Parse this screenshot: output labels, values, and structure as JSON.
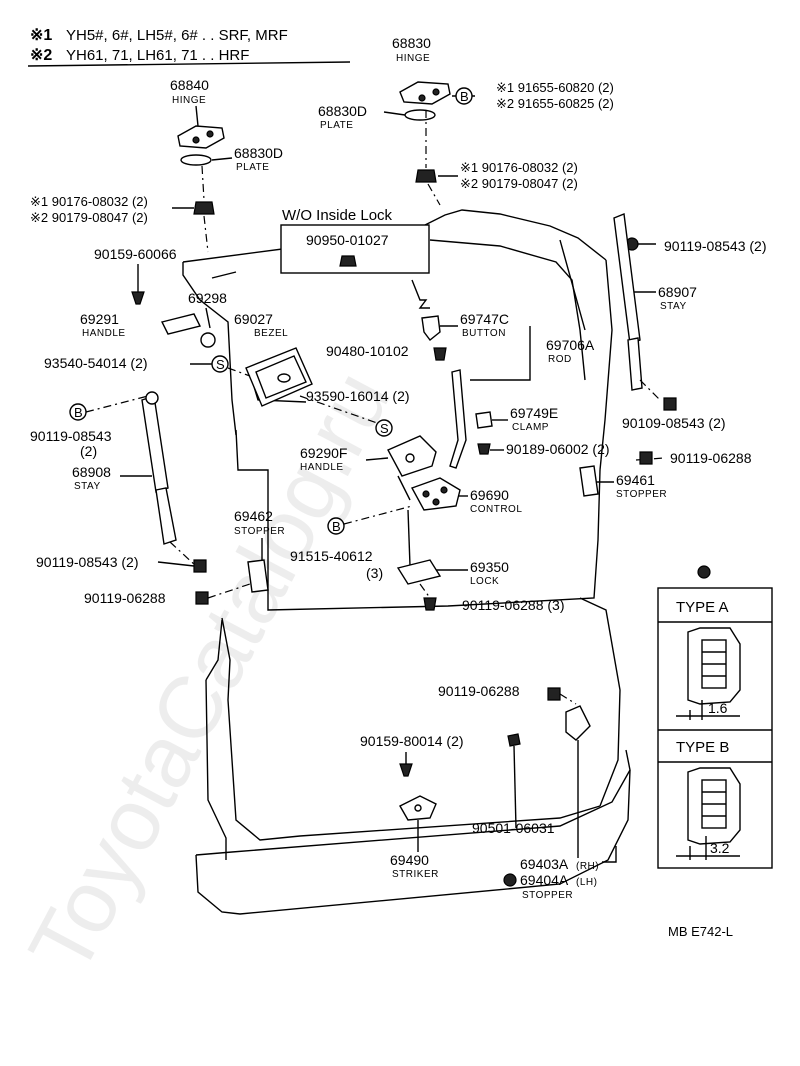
{
  "header": {
    "line1_mark": "※1",
    "line1_text": "YH5#, 6#, LH5#, 6# . . SRF, MRF",
    "line2_mark": "※2",
    "line2_text": "YH61, 71, LH61, 71 . . HRF"
  },
  "watermark": "ToyotaCatalog.ru",
  "no_inside_lock": "W/O Inside Lock",
  "parts": {
    "p68830": {
      "num": "68830",
      "name": "HINGE"
    },
    "p68840": {
      "num": "68840",
      "name": "HINGE"
    },
    "p68830d_top": {
      "num": "68830D",
      "name": "PLATE"
    },
    "p68830d_left": {
      "num": "68830D",
      "name": "PLATE"
    },
    "bolt_top_1": "※1 91655-60820 (2)",
    "bolt_top_2": "※2 91655-60825 (2)",
    "nut_top_1": "※1  90176-08032 (2)",
    "nut_top_2": "※2  90179-08047 (2)",
    "nut_left_1": "※1  90176-08032 (2)",
    "nut_left_2": "※2  90179-08047 (2)",
    "p90950": "90950-01027",
    "p90159_60066": "90159-60066",
    "p69298": "69298",
    "p69291": {
      "num": "69291",
      "name": "HANDLE"
    },
    "p69027": {
      "num": "69027",
      "name": "BEZEL"
    },
    "p69747c": {
      "num": "69747C",
      "name": "BUTTON"
    },
    "p90480": "90480-10102",
    "p69706a": {
      "num": "69706A",
      "name": "ROD"
    },
    "p93540": "93540-54014 (2)",
    "p93590": "93590-16014 (2)",
    "p90119_08543_rt": "90119-08543 (2)",
    "p68907": {
      "num": "68907",
      "name": "STAY"
    },
    "p90109": "90109-08543 (2)",
    "p90119_08543_lt": "90119-08543",
    "p90119_08543_lt_q": "(2)",
    "p68908": {
      "num": "68908",
      "name": "STAY"
    },
    "p69749e": {
      "num": "69749E",
      "name": "CLAMP"
    },
    "p90189": "90189-06002 (2)",
    "p69290f": {
      "num": "69290F",
      "name": "HANDLE"
    },
    "p90119_06288_rt": "90119-06288",
    "p69461": {
      "num": "69461",
      "name": "STOPPER"
    },
    "p69462": {
      "num": "69462",
      "name": "STOPPER"
    },
    "p69690": {
      "num": "69690",
      "name": "CONTROL"
    },
    "p91515": "91515-40612",
    "p91515_q": "(3)",
    "p90119_08543_bl": "90119-08543 (2)",
    "p69350": {
      "num": "69350",
      "name": "LOCK"
    },
    "p90119_06288_lt": "90119-06288",
    "p90119_06288_q3": "90119-06288 (3)",
    "p90119_06288_bm": "90119-06288",
    "p90159_80014": "90159-80014 (2)",
    "p90501": "90501-06031",
    "p69490": {
      "num": "69490",
      "name": "STRIKER"
    },
    "p69403a": {
      "num": "69403A",
      "suffix": "(RH)"
    },
    "p69404a": {
      "num": "69404A",
      "suffix": "(LH)",
      "name": "STOPPER"
    }
  },
  "callouts": {
    "b": "B",
    "s": "S"
  },
  "type_a": {
    "title": "TYPE A",
    "dim": "1.6"
  },
  "type_b": {
    "title": "TYPE B",
    "dim": "3.2"
  },
  "footer_code": "MB  E742-L"
}
